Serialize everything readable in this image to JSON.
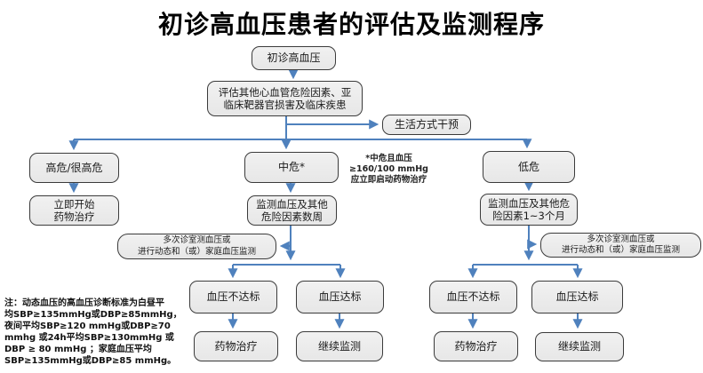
{
  "title": "初诊高血压患者的评估及监测程序",
  "colors": {
    "arrow": "#4f81bd",
    "box_fill": "#ececec",
    "box_border": "#3b3b3b",
    "background": "#ffffff",
    "title_text": "#000000"
  },
  "nodes": {
    "start": {
      "label": "初诊高血压"
    },
    "assess": {
      "line1": "评估其他心血管危险因素、亚",
      "line2": "临床靶器官损害及临床疾患"
    },
    "lifestyle": {
      "label": "生活方式干预"
    },
    "high_risk": {
      "label": "高危/很高危"
    },
    "mid_risk": {
      "label": "中危*"
    },
    "low_risk": {
      "label": "低危"
    },
    "immediate_drug": {
      "line1": "立即开始",
      "line2": "药物治疗"
    },
    "monitor_weeks": {
      "line1": "监测血压及其他",
      "line2": "危险因素数周"
    },
    "monitor_months": {
      "line1": "监测血压及其他危",
      "line2": "险因素1~3个月"
    },
    "office_bp_mid": {
      "line1": "多次诊室测血压或",
      "line2": "进行动态和（或）家庭血压监测"
    },
    "office_bp_low": {
      "line1": "多次诊室测血压或",
      "line2": "进行动态和（或）家庭血压监测"
    },
    "bp_not_reached_mid": {
      "label": "血压不达标"
    },
    "bp_reached_mid": {
      "label": "血压达标"
    },
    "bp_not_reached_low": {
      "label": "血压不达标"
    },
    "bp_reached_low": {
      "label": "血压达标"
    },
    "drug_therapy_mid": {
      "label": "药物治疗"
    },
    "continue_monitor_mid": {
      "label": "继续监测"
    },
    "drug_therapy_low": {
      "label": "药物治疗"
    },
    "continue_monitor_low": {
      "label": "继续监测"
    }
  },
  "annotations": {
    "mid_risk_note": {
      "line1": "*中危且血压",
      "line2": "≥160/100 mmHg",
      "line3": "应立即启动药物治疗"
    },
    "footnote": {
      "line1": "注：动态血压的高血压诊断标准为白昼平",
      "line2": "均SBP≥135mmHg或DBP≥85mmHg，",
      "line3": "夜间平均SBP≥120 mmHg或DBP≥70",
      "line4": "mmhg 或24h平均SBP≥130mmHg 或",
      "line5": "DBP ≥ 80 mmHg ；家庭血压平均",
      "line6": "SBP≥135mmHg或DBP≥85 mmHg。"
    }
  }
}
